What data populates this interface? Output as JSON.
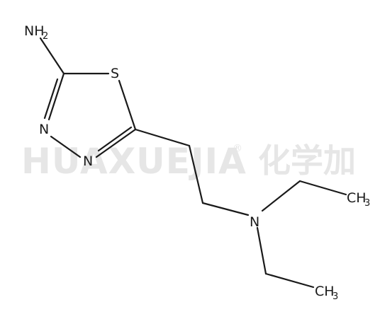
{
  "watermark": {
    "latin": "HUAXUEJIA",
    "registered": "®",
    "cjk": "化学加"
  },
  "atoms": {
    "amine": {
      "symbol": "NH",
      "subscript": "2"
    },
    "sulfur": {
      "symbol": "S"
    },
    "ring_n1": {
      "symbol": "N"
    },
    "ring_n2": {
      "symbol": "N"
    },
    "amine_n": {
      "symbol": "N"
    },
    "methyl_1": {
      "symbol": "CH",
      "subscript": "3"
    },
    "methyl_2": {
      "symbol": "CH",
      "subscript": "3"
    }
  }
}
